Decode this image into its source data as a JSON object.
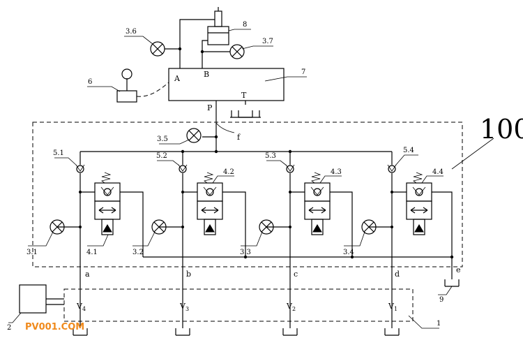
{
  "labels": {
    "n36": "3.6",
    "n8": "8",
    "n37": "3.7",
    "n7": "7",
    "n6": "6",
    "A": "A",
    "B": "B",
    "P": "P",
    "T": "T",
    "f": "f",
    "n35": "3.5",
    "n100": "100",
    "n51": "5.1",
    "n52": "5.2",
    "n53": "5.3",
    "n54": "5.4",
    "n42": "4.2",
    "n43": "4.3",
    "n44": "4.4",
    "n41": "4.1",
    "n31": "3.1",
    "n32": "3.2",
    "n33": "3.3",
    "n34": "3.4",
    "a": "a",
    "b": "b",
    "c": "c",
    "d": "d",
    "e": "e",
    "n9": "9",
    "n2": "2",
    "n1": "1",
    "V4": "V",
    "V4s": "4",
    "V3": "V",
    "V3s": "3",
    "V2": "V",
    "V2s": "2",
    "V1": "V",
    "V1s": "1"
  },
  "watermark": "PV001.COM",
  "colors": {
    "line": "#000000",
    "watermark": "#f08a1c"
  }
}
